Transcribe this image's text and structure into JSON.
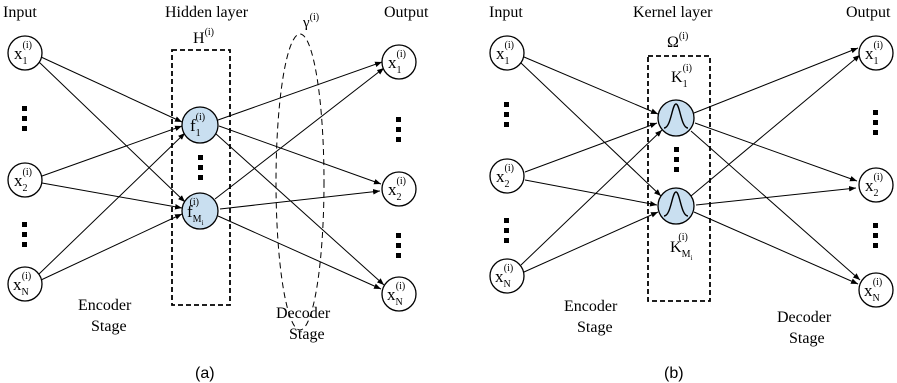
{
  "panel_a": {
    "label_input": "Input",
    "label_hidden_layer": "Hidden layer",
    "label_output": "Output",
    "box_label": "H",
    "box_label_sup": "(i)",
    "ellipse_label": "γ",
    "ellipse_label_sup": "(i)",
    "encoder_line1": "Encoder",
    "encoder_line2": "Stage",
    "decoder_line1": "Decoder",
    "decoder_line2": "Stage",
    "caption": "(a)",
    "input_nodes": [
      {
        "base": "x",
        "sub": "1",
        "sup": "(i)"
      },
      {
        "base": "x",
        "sub": "2",
        "sup": "(i)"
      },
      {
        "base": "x",
        "sub": "N",
        "sup": "(i)"
      }
    ],
    "hidden_nodes": [
      {
        "base": "f",
        "sub": "1",
        "sup": "(i)"
      },
      {
        "base": "f",
        "sub": "M",
        "subsub": "i",
        "sup": "(i)"
      }
    ],
    "output_nodes": [
      {
        "base": "x",
        "sub": "1",
        "sup": "(i)"
      },
      {
        "base": "x",
        "sub": "2",
        "sup": "(i)"
      },
      {
        "base": "x",
        "sub": "N",
        "sup": "(i)"
      }
    ]
  },
  "panel_b": {
    "label_input": "Input",
    "label_kernel_layer": "Kernel layer",
    "label_output": "Output",
    "box_label": "Ω",
    "box_label_sup": "(i)",
    "kernel_top_label": {
      "base": "K",
      "sub": "1",
      "sup": "(i)"
    },
    "kernel_bottom_label": {
      "base": "K",
      "sub": "M",
      "subsub": "i",
      "sup": "(i)"
    },
    "encoder_line1": "Encoder",
    "encoder_line2": "Stage",
    "decoder_line1": "Decoder",
    "decoder_line2": "Stage",
    "caption": "(b)",
    "input_nodes": [
      {
        "base": "x",
        "sub": "1",
        "sup": "(i)"
      },
      {
        "base": "x",
        "sub": "2",
        "sup": "(i)"
      },
      {
        "base": "x",
        "sub": "N",
        "sup": "(i)"
      }
    ],
    "output_nodes": [
      {
        "base": "x",
        "sub": "1",
        "sup": "(i)"
      },
      {
        "base": "x",
        "sub": "2",
        "sup": "(i)"
      },
      {
        "base": "x",
        "sub": "N",
        "sup": "(i)"
      }
    ]
  }
}
